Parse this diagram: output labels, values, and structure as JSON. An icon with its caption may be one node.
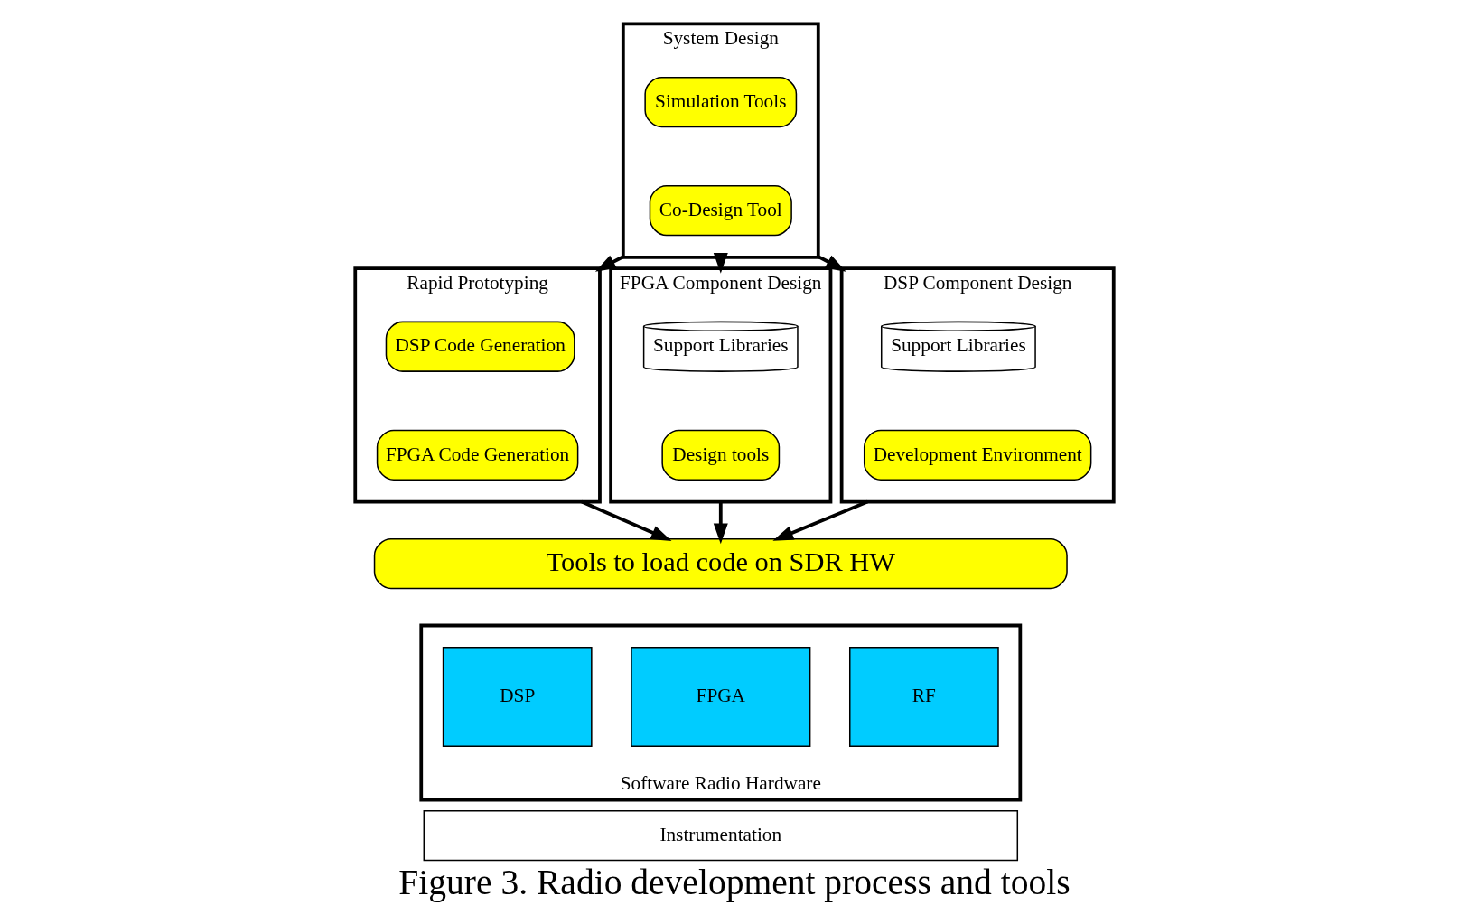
{
  "diagram": {
    "caption": "Figure 3. Radio development process and tools",
    "nodes": [
      {
        "text": [
          "System Design"
        ]
      },
      {
        "text": [
          "Simulation Tools"
        ],
        "in": 0
      },
      {
        "text": [
          "Co-Design Tool"
        ],
        "in": 0
      },
      {
        "text": [
          "Rapid Prototyping"
        ]
      },
      {
        "text": [
          "DSP Code Generation"
        ],
        "in": 3
      },
      {
        "text": [
          "FPGA Code Generation"
        ],
        "in": 3
      },
      {
        "text": [
          "FPGA Component Design"
        ]
      },
      {
        "text": [
          "Support Libraries"
        ],
        "in": 6
      },
      {
        "text": [
          "Design tools"
        ],
        "in": 6
      },
      {
        "text": [
          "DSP Component Design"
        ]
      },
      {
        "text": [
          "Support Libraries"
        ],
        "in": 9
      },
      {
        "text": [
          "Development Environment"
        ],
        "in": 9
      },
      {
        "text": [
          "Tools to load code on SDR HW"
        ]
      },
      {
        "text": [
          "Software Radio Hardware"
        ]
      },
      {
        "text": [
          "RF"
        ],
        "in": 13
      },
      {
        "text": [
          "FPGA"
        ],
        "in": 13
      },
      {
        "text": [
          "DSP"
        ],
        "in": 13
      },
      {
        "text": [
          "Instrumentation"
        ]
      }
    ],
    "edges": [
      {
        "from": 0,
        "to": 3,
        "arrow": "to"
      },
      {
        "from": 0,
        "to": 6,
        "arrow": "to"
      },
      {
        "from": 0,
        "to": 9,
        "arrow": "to"
      },
      {
        "from": 3,
        "to": 12,
        "arrow": "to"
      },
      {
        "from": 6,
        "to": 12,
        "arrow": "to"
      },
      {
        "from": 9,
        "to": 12,
        "arrow": "to"
      }
    ]
  }
}
